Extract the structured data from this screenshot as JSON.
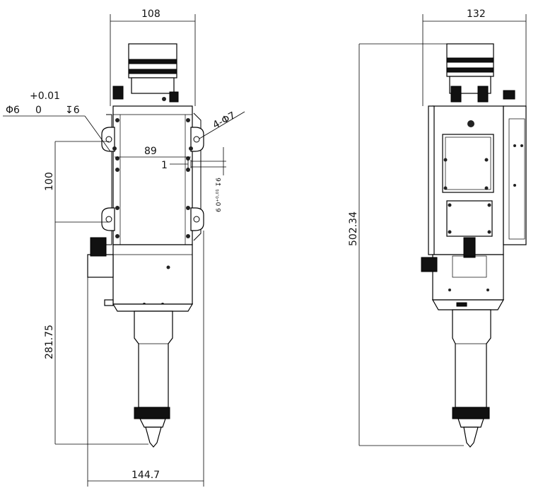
{
  "dimensions": {
    "front_top_width": "108",
    "side_top_width": "132",
    "tolerance_plus": "+0.01",
    "hole_diameter": "Φ6",
    "hole_tolerance_zero": "0",
    "hole_depth": "↧6",
    "mount_holes": "4-Φ7",
    "mount_spacing": "89",
    "offset": "1",
    "vertical_spacing": "100",
    "small_callout": "6 0⁺⁰·⁰¹ ↧6",
    "lower_height": "281.75",
    "total_height": "502.34",
    "bottom_width": "144.7"
  }
}
